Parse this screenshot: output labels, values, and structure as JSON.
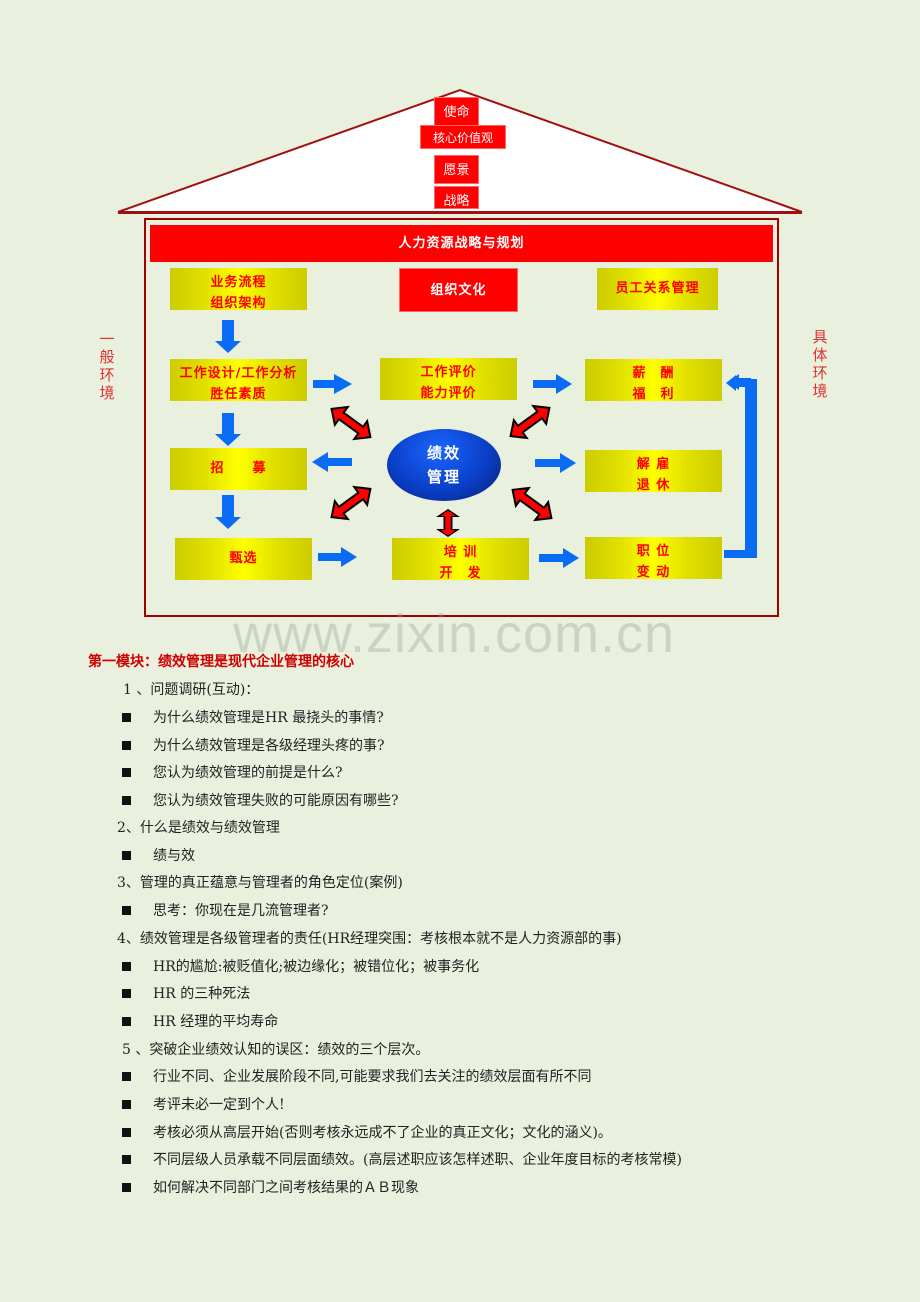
{
  "diagram": {
    "roof": {
      "items": [
        "使命",
        "核心价值观",
        "愿景",
        "战略"
      ]
    },
    "side_labels": {
      "left": "一般环境",
      "right": "具体环境"
    },
    "banner": "人力资源战略与规划",
    "top_row": {
      "business": {
        "line1": "业务流程",
        "line2": "组织架构"
      },
      "culture": "组织文化",
      "relations": "员工关系管理"
    },
    "left_column": {
      "job_design": {
        "line1": "工作设计/工作分析",
        "line2": "胜任素质"
      },
      "recruit": "招　　募",
      "selection": "甄选"
    },
    "center_column": {
      "evaluation": {
        "line1": "工作评价",
        "line2": "能力评价"
      },
      "performance": {
        "line1": "绩效",
        "line2": "管理"
      },
      "training": {
        "line1": "培 训",
        "line2": "开　发"
      }
    },
    "right_column": {
      "compensation": {
        "line1": "薪　酬",
        "line2": "福　利"
      },
      "dismissal": {
        "line1": "解 雇",
        "line2": "退 休"
      },
      "transfer": {
        "line1": "职 位",
        "line2": "变 动"
      }
    },
    "colors": {
      "red": "#ff0000",
      "frame": "#a00000",
      "blue_arrow": "#0a6cf5",
      "ellipse_blue": "#0a3fc8",
      "yellow": "#ffff00",
      "background": "#e9f0dd"
    }
  },
  "watermark": "www.zixin.com.cn",
  "section": {
    "title": "第一模块：绩效管理是现代企业管理的核心",
    "lines": [
      {
        "type": "heading",
        "text": "1 、问题调研(互动)："
      },
      {
        "type": "bullet",
        "text": "为什么绩效管理是HR 最挠头的事情?"
      },
      {
        "type": "bullet",
        "text": "为什么绩效管理是各级经理头疼的事?"
      },
      {
        "type": "bullet",
        "text": "您认为绩效管理的前提是什么?"
      },
      {
        "type": "bullet",
        "text": "您认为绩效管理失败的可能原因有哪些?"
      },
      {
        "type": "heading",
        "text": "2、什么是绩效与绩效管理"
      },
      {
        "type": "bullet",
        "text": "绩与效"
      },
      {
        "type": "heading",
        "text": "3、管理的真正蕴意与管理者的角色定位(案例)"
      },
      {
        "type": "bullet",
        "text": "思考：你现在是几流管理者?"
      },
      {
        "type": "heading",
        "text": "4、绩效管理是各级管理者的责任(HR经理突围：考核根本就不是人力资源部的事)"
      },
      {
        "type": "bullet",
        "text": "HR的尴尬:被贬值化;被边缘化；被错位化；被事务化"
      },
      {
        "type": "bullet",
        "text": "HR 的三种死法"
      },
      {
        "type": "bullet",
        "text": "HR 经理的平均寿命"
      },
      {
        "type": "heading",
        "text": "5 、突破企业绩效认知的误区：绩效的三个层次。"
      },
      {
        "type": "bullet",
        "text": "行业不同、企业发展阶段不同,可能要求我们去关注的绩效层面有所不同"
      },
      {
        "type": "bullet",
        "text": "考评未必一定到个人!"
      },
      {
        "type": "bullet",
        "text": "考核必须从高层开始(否则考核永远成不了企业的真正文化；文化的涵义)。"
      },
      {
        "type": "bullet",
        "text": "不同层级人员承载不同层面绩效。(高层述职应该怎样述职、企业年度目标的考核常模)"
      },
      {
        "type": "bullet",
        "text": "如何解决不同部门之间考核结果的ＡＢ现象"
      }
    ]
  }
}
